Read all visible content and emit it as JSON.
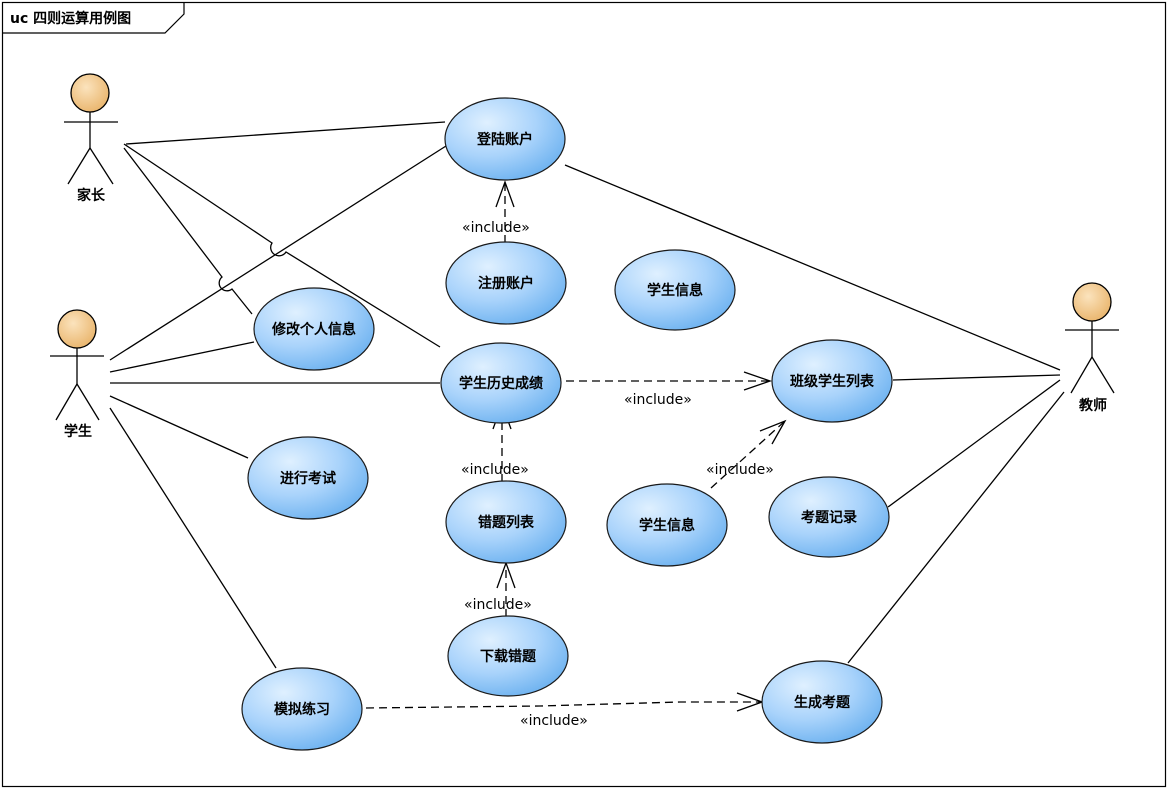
{
  "frame": {
    "title": "uc 四则运算用例图"
  },
  "actors": {
    "parent": {
      "label": "家长"
    },
    "student": {
      "label": "学生"
    },
    "teacher": {
      "label": "教师"
    }
  },
  "use_cases": {
    "login": "登陆账户",
    "register": "注册账户",
    "student_info_top": "学生信息",
    "edit_profile": "修改个人信息",
    "history_scores": "学生历史成绩",
    "class_list": "班级学生列表",
    "take_exam": "进行考试",
    "wrong_questions": "错题列表",
    "student_info_bottom": "学生信息",
    "exam_records": "考题记录",
    "download_wrong": "下载错题",
    "practice": "模拟练习",
    "generate_questions": "生成考题"
  },
  "relations": {
    "include_register_login": "«include»",
    "include_history_class": "«include»",
    "include_wrong_history": "«include»",
    "include_info_class": "«include»",
    "include_download_wrong": "«include»",
    "include_practice_generate": "«include»"
  },
  "colors": {
    "use_case_fill_light": "#d6ecff",
    "use_case_fill_dark": "#6fb3f0",
    "actor_head_fill": "#f3c98a",
    "line": "#000000"
  }
}
